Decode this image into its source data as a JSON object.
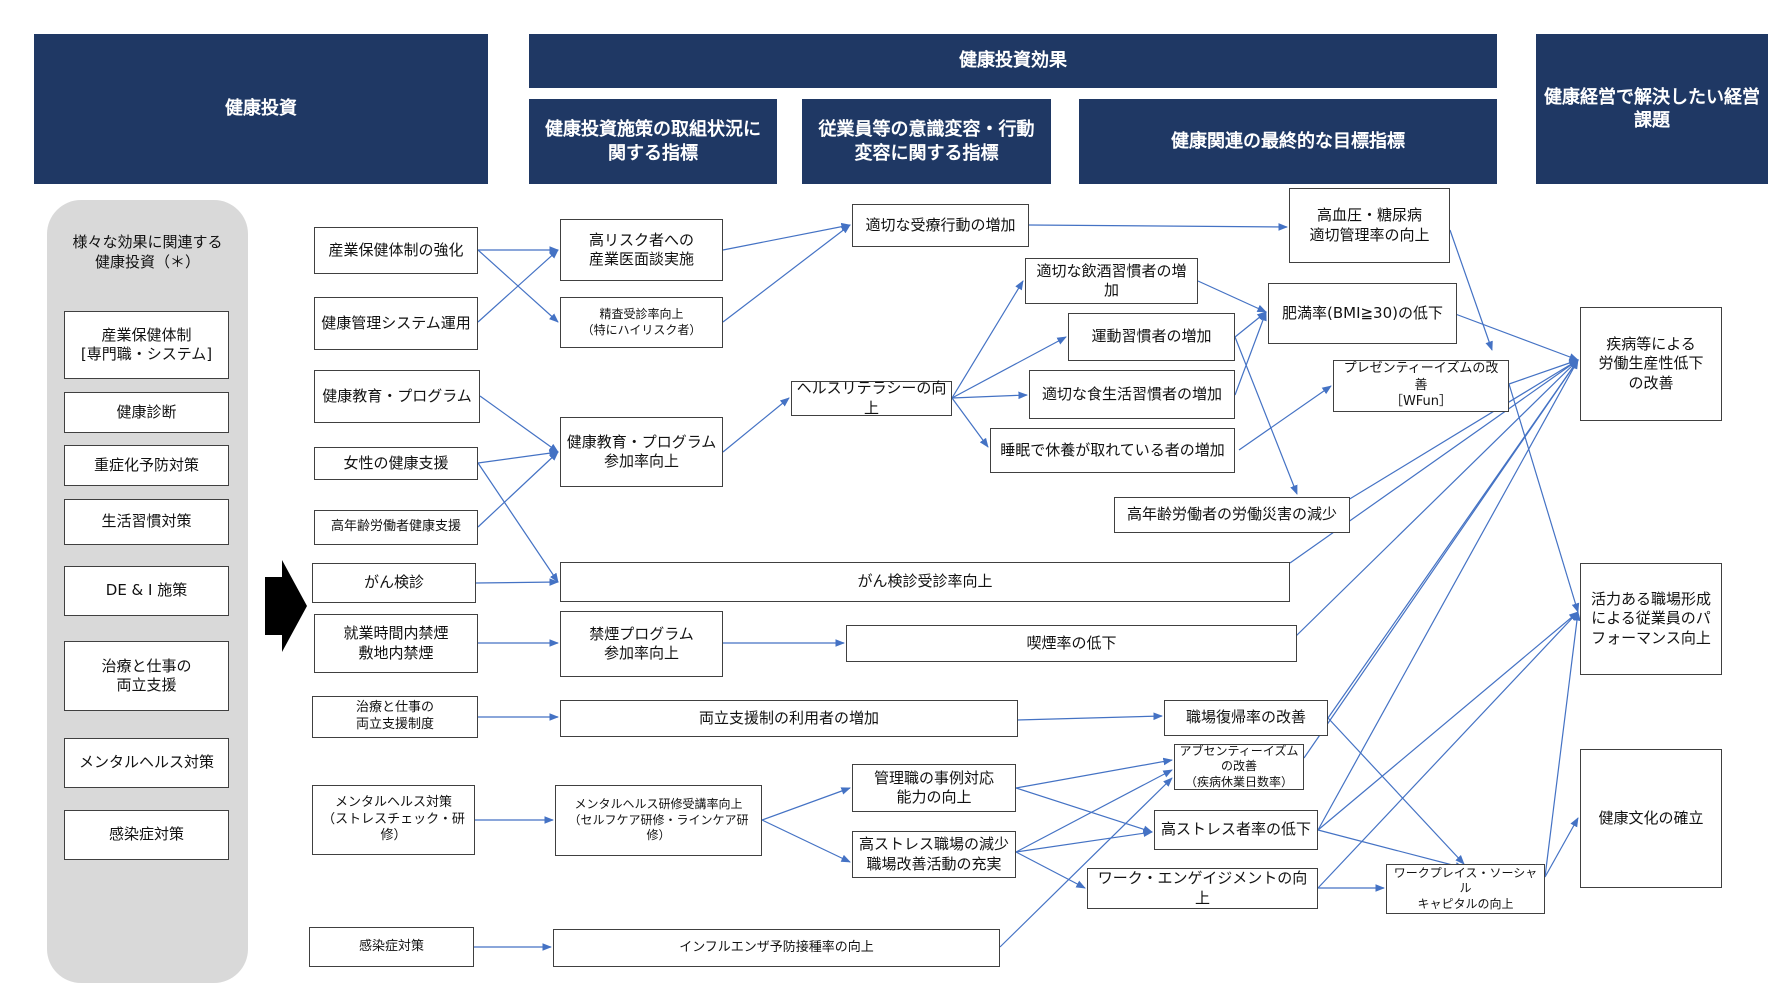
{
  "headers": {
    "investment": "健康投資",
    "effect": "健康投資効果",
    "measures": "健康投資施策の取組状況に\n関する指標",
    "behavior": "従業員等の意識変容・行動\n変容に関する指標",
    "goals": "健康関連の最終的な目標指標",
    "issues": "健康経営で解決したい経営\n課題"
  },
  "sidebar": {
    "title": "様々な効果に関連する\n健康投資（＊）",
    "items": [
      "産業保健体制\n[専門職・システム]",
      "健康診断",
      "重症化予防対策",
      "生活習慣対策",
      "DE & I 施策",
      "治療と仕事の\n両立支援",
      "メンタルヘルス対策",
      "感染症対策"
    ]
  },
  "investments": [
    "産業保健体制の強化",
    "健康管理システム運用",
    "健康教育・プログラム",
    "女性の健康支援",
    "高年齢労働者健康支援",
    "がん検診",
    "就業時間内禁煙\n敷地内禁煙",
    "治療と仕事の\n両立支援制度",
    "メンタルヘルス対策\n（ストレスチェック・研修）",
    "感染症対策"
  ],
  "measures": [
    "高リスク者への\n産業医面談実施",
    "精査受診率向上\n（特にハイリスク者）",
    "健康教育・プログラム\n参加率向上",
    "がん検診受診率向上",
    "禁煙プログラム\n参加率向上",
    "両立支援制の利用者の増加",
    "メンタルヘルス研修受講率向上\n（セルフケア研修・ラインケア研修）",
    "インフルエンザ予防接種率の向上"
  ],
  "behaviors": [
    "適切な受療行動の増加",
    "ヘルスリテラシーの向上",
    "適切な飲酒習慣者の増加",
    "運動習慣者の増加",
    "適切な食生活習慣者の増加",
    "睡眠で休養が取れている者の増加",
    "喫煙率の低下",
    "管理職の事例対応\n能力の向上",
    "高ストレス職場の減少\n職場改善活動の充実"
  ],
  "goals": [
    "高血圧・糖尿病\n適切管理率の向上",
    "肥満率(BMI≧30)の低下",
    "プレゼンティーイズムの改善\n［WFun］",
    "高年齢労働者の労働災害の減少",
    "職場復帰率の改善",
    "アブセンティーイズムの改善\n（疾病休業日数率）",
    "高ストレス者率の低下",
    "ワーク・エンゲイジメントの向上",
    "ワークプレイス・ソーシャル\nキャピタルの向上"
  ],
  "issues": [
    "疾病等による\n労働生産性低下\nの改善",
    "活力ある職場形成\nによる従業員のパ\nフォーマンス向上",
    "健康文化の確立"
  ],
  "colors": {
    "header": "#1f3864",
    "arrow": "#4472c4",
    "panel": "#d9d9d9"
  }
}
